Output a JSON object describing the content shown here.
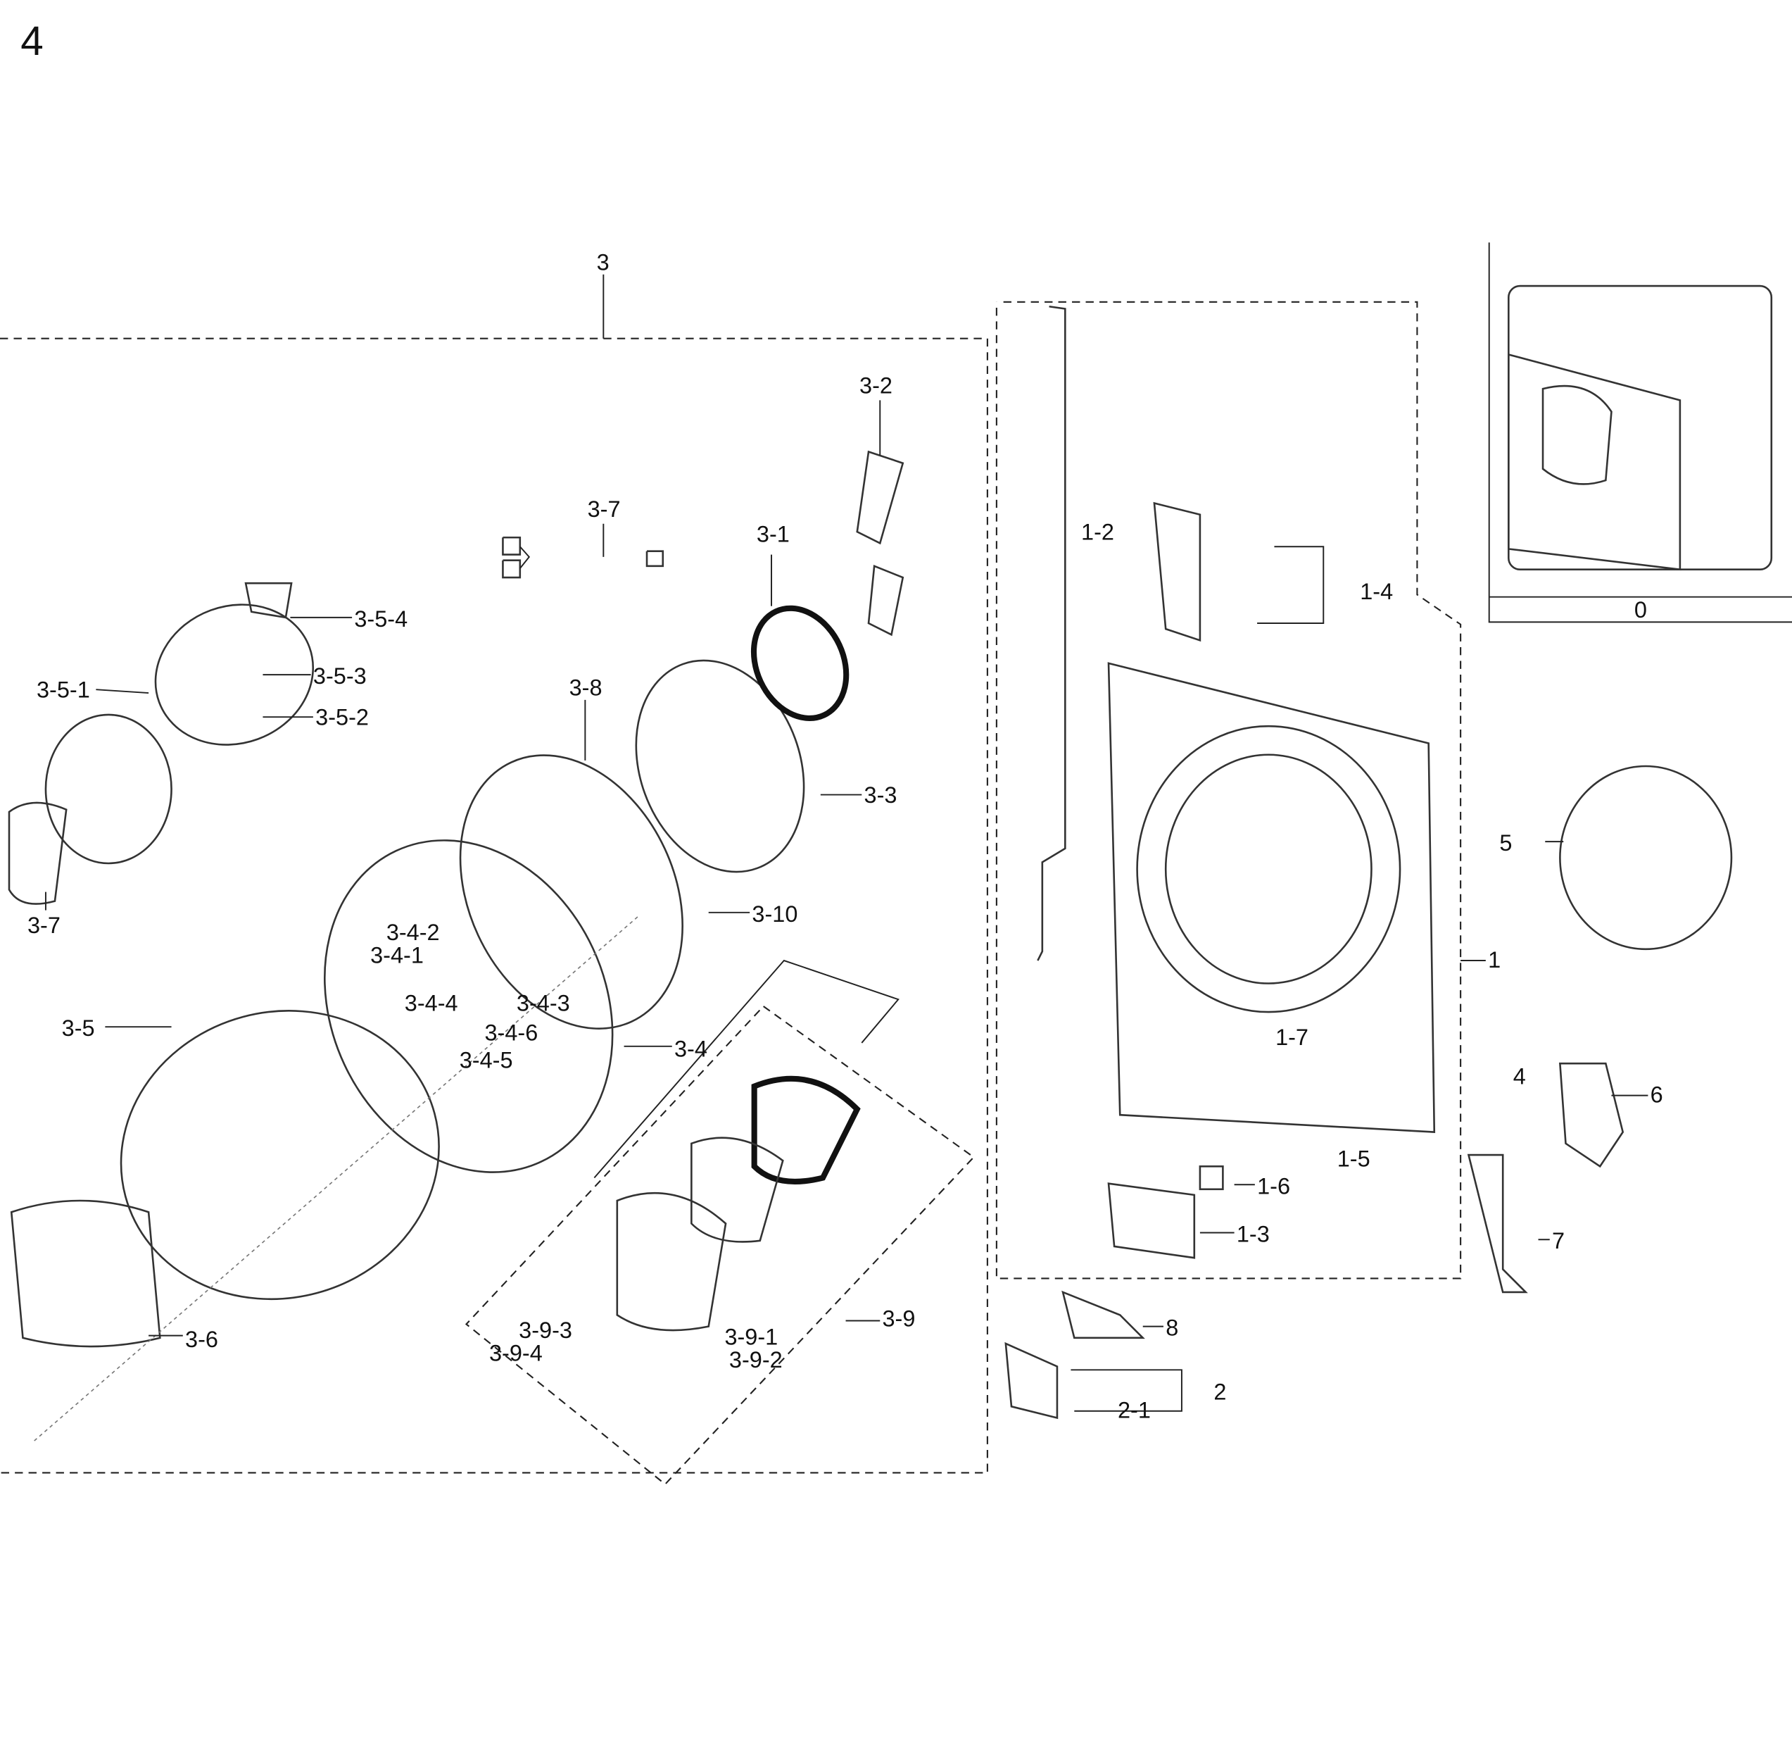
{
  "page_number": "4",
  "group_labels": {
    "door_assembly": "3",
    "front_panel_assembly": "1-4",
    "overview": "0",
    "door_glass_assembly": "3-9"
  },
  "callouts": {
    "c3_2": "3-2",
    "c3_7a": "3-7",
    "c3_1": "3-1",
    "c1_2": "1-2",
    "c3_5_4": "3-5-4",
    "c3_5_3": "3-5-3",
    "c3_5_1": "3-5-1",
    "c3_5_2": "3-5-2",
    "c3_8": "3-8",
    "c3_3": "3-3",
    "c3_7b": "3-7",
    "c3_10": "3-10",
    "c3_4_2": "3-4-2",
    "c3_4_1": "3-4-1",
    "c3_4_4": "3-4-4",
    "c3_4_3": "3-4-3",
    "c3_4_6": "3-4-6",
    "c3_4_5": "3-4-5",
    "c3_5": "3-5",
    "c3_4": "3-4",
    "c5": "5",
    "c1": "1",
    "c1_7": "1-7",
    "c4": "4",
    "c6": "6",
    "c1_5": "1-5",
    "c1_6": "1-6",
    "c1_3": "1-3",
    "c7": "7",
    "c3_9_3": "3-9-3",
    "c3_9_1": "3-9-1",
    "c3_9_4": "3-9-4",
    "c3_9_2": "3-9-2",
    "c3_6": "3-6",
    "c8": "8",
    "c2": "2",
    "c2_1": "2-1"
  }
}
